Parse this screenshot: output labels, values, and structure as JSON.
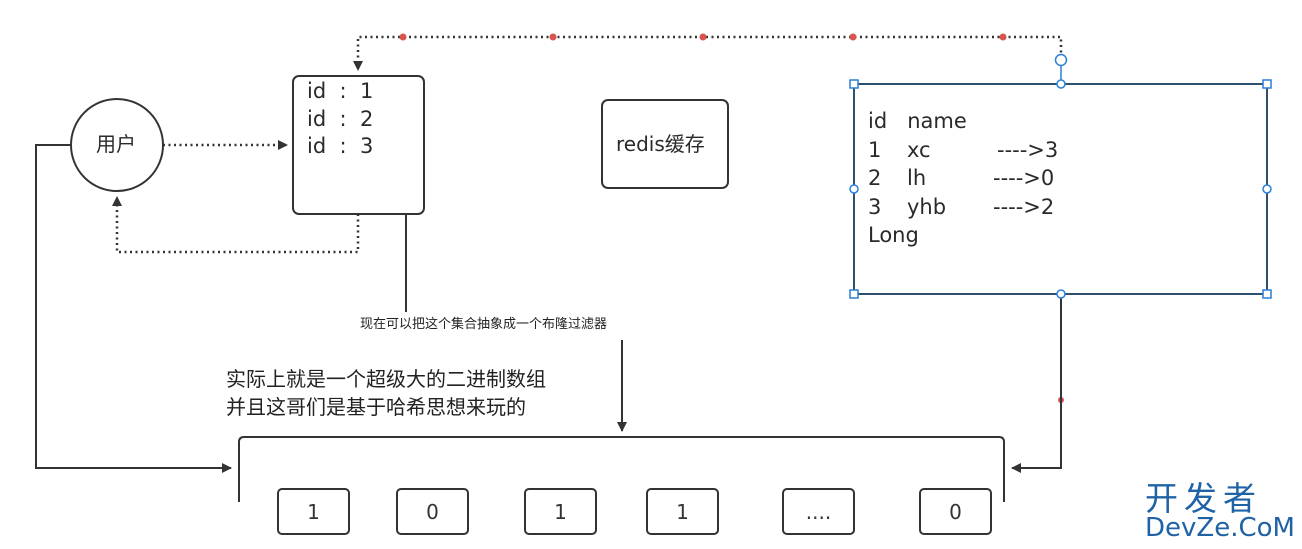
{
  "user_node": {
    "label": "用户"
  },
  "id_list": {
    "lines": [
      "id  :  1",
      "id  :  2",
      "id  :  3"
    ]
  },
  "redis_box": {
    "label": "redis缓存"
  },
  "db_table": {
    "header": "id   name",
    "rows": [
      {
        "id": "1",
        "name": "xc",
        "map": "---->3"
      },
      {
        "id": "2",
        "name": "lh",
        "map": "---->0"
      },
      {
        "id": "3",
        "name": "yhb",
        "map": "---->2"
      }
    ],
    "footer": "Long"
  },
  "bloom_note": "现在可以把这个集合抽象成一个布隆过滤器",
  "description": {
    "line1": "实际上就是一个超级大的二进制数组",
    "line2": "并且这哥们是基于哈希思想来玩的"
  },
  "bit_array": [
    "1",
    "0",
    "1",
    "1",
    "....",
    "0"
  ],
  "watermark": {
    "line1": "开发者",
    "line2": "DevZe.CoM"
  },
  "colors": {
    "stroke": "#333333",
    "table_border": "#2f4f6f",
    "handle": "#2b7fd6",
    "dot": "#d9534f"
  }
}
